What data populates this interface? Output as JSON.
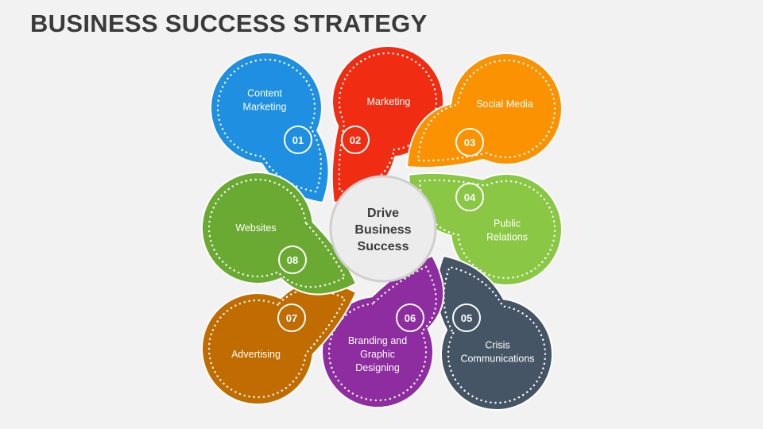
{
  "title": "BUSINESS SUCCESS STRATEGY",
  "center": {
    "lines": [
      "Drive",
      "Business",
      "Success"
    ]
  },
  "items": [
    {
      "number": "01",
      "lines": [
        "Content",
        "Marketing"
      ],
      "color": "#1e8fe1"
    },
    {
      "number": "02",
      "lines": [
        "Marketing"
      ],
      "color": "#f02d12"
    },
    {
      "number": "03",
      "lines": [
        "Social Media"
      ],
      "color": "#fb9202"
    },
    {
      "number": "04",
      "lines": [
        "Public",
        "Relations"
      ],
      "color": "#8ac744"
    },
    {
      "number": "05",
      "lines": [
        "Crisis",
        "Communications"
      ],
      "color": "#465565"
    },
    {
      "number": "06",
      "lines": [
        "Branding and",
        "Graphic",
        "Designing"
      ],
      "color": "#8e2d9f"
    },
    {
      "number": "07",
      "lines": [
        "Advertising"
      ],
      "color": "#c06c00"
    },
    {
      "number": "08",
      "lines": [
        "Websites"
      ],
      "color": "#6aaa32"
    }
  ]
}
